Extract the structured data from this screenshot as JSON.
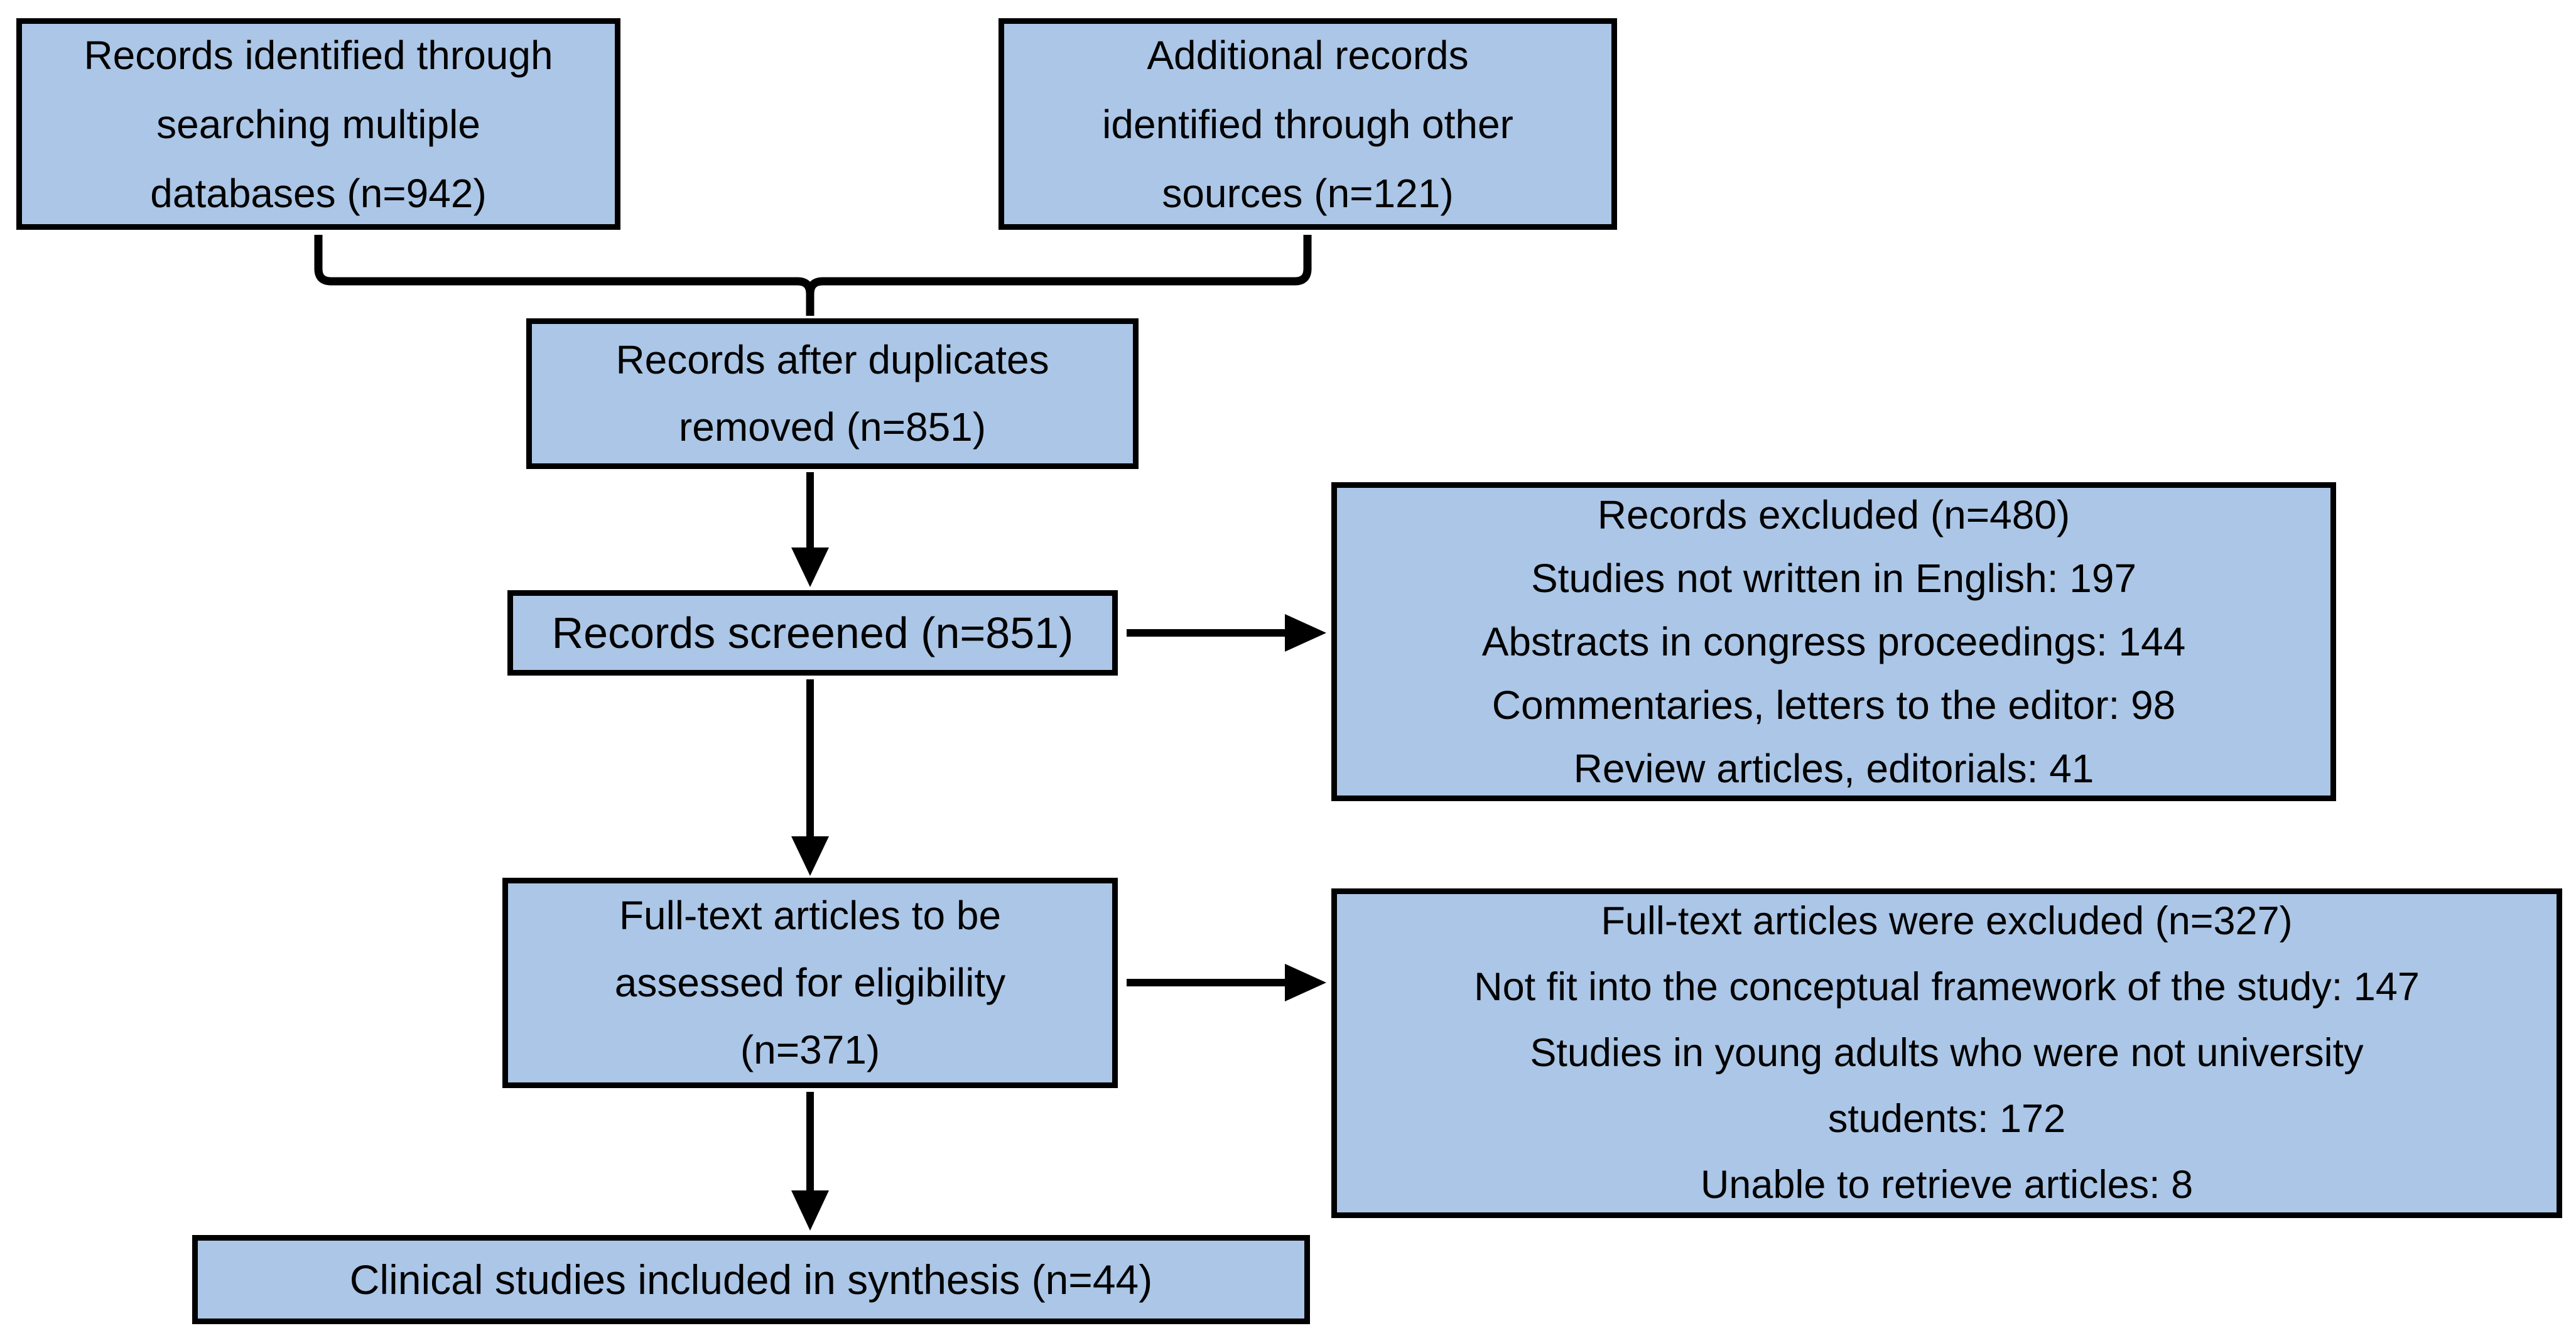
{
  "diagram": {
    "type": "flow-diagram",
    "subject": "study-selection-flow",
    "colors": {
      "background": "#ffffff",
      "box_fill": "#abc6e6",
      "box_border": "#000000",
      "connector": "#000000",
      "text": "#000000"
    },
    "boxes": {
      "identified": {
        "lines": [
          "Records identified through",
          "searching multiple",
          "databases (n=942)"
        ],
        "n": 942
      },
      "additional": {
        "lines": [
          "Additional records",
          "identified through other",
          "sources (n=121)"
        ],
        "n": 121
      },
      "duplicates": {
        "lines": [
          "Records after duplicates",
          "removed (n=851)"
        ],
        "n": 851
      },
      "screened": {
        "lines": [
          "Records screened (n=851)"
        ],
        "n": 851
      },
      "records_excluded": {
        "lines": [
          "Records excluded (n=480)",
          "Studies not written in English: 197",
          "Abstracts in congress proceedings: 144",
          "Commentaries, letters to the editor: 98",
          "Review articles, editorials: 41"
        ],
        "n": 480
      },
      "fulltext": {
        "lines": [
          "Full-text articles to be",
          "assessed for eligibility",
          "(n=371)"
        ],
        "n": 371
      },
      "fulltext_excluded": {
        "lines": [
          "Full-text articles were excluded (n=327)",
          "Not fit into the conceptual framework of the study: 147",
          "Studies in young adults who were not university",
          "students: 172",
          "Unable to retrieve articles: 8"
        ],
        "n": 327
      },
      "included": {
        "lines": [
          "Clinical studies included in synthesis (n=44)"
        ],
        "n": 44
      }
    }
  }
}
